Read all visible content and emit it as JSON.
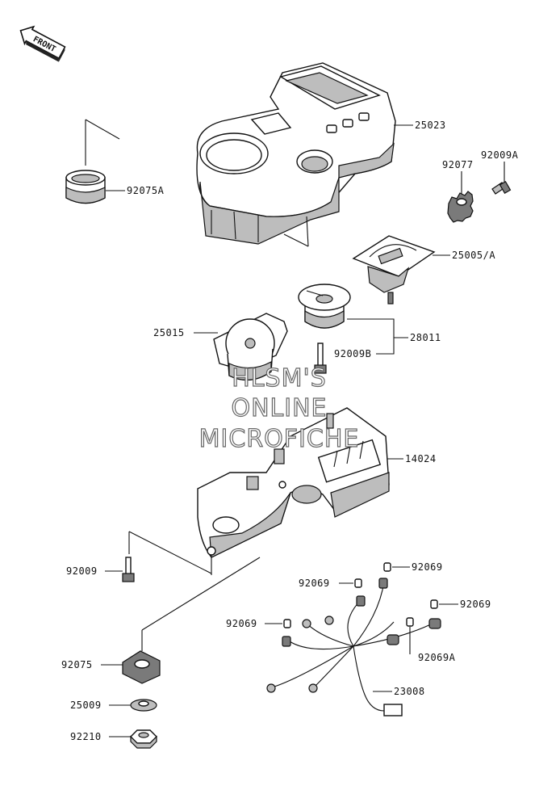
{
  "front_badge": "FRONT",
  "callouts": {
    "c25023": "25023",
    "c92075A": "92075A",
    "c92009A": "92009A",
    "c92077": "92077",
    "c25005A": "25005/A",
    "c25015": "25015",
    "c28011": "28011",
    "c92009B": "92009B",
    "c14024": "14024",
    "c92009": "92009",
    "c92069_a": "92069",
    "c92069_b": "92069",
    "c92069_c": "92069",
    "c92069_d": "92069",
    "c92069A": "92069A",
    "c92075": "92075",
    "c23008": "23008",
    "c25009": "25009",
    "c92210": "92210"
  },
  "watermark": {
    "line1": "HLSM'S",
    "line2": "ONLINE",
    "line3": "MICROFICHE"
  }
}
